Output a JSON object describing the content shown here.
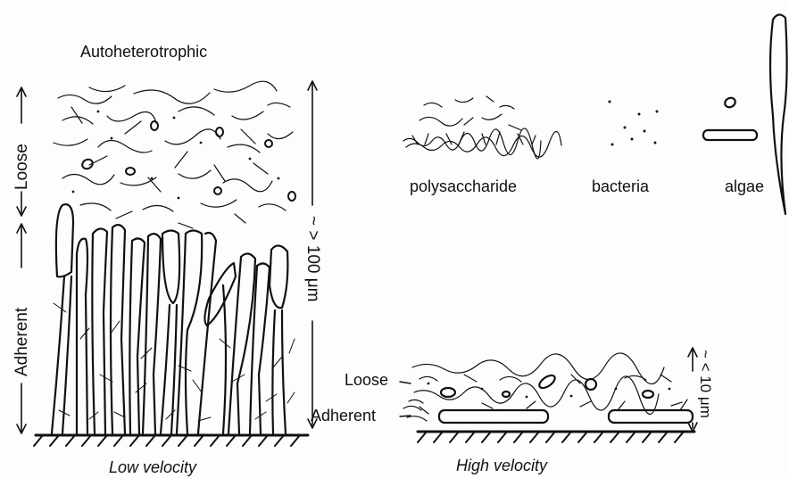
{
  "diagram": {
    "title": "Autoheterotrophic",
    "low_velocity_panel": {
      "caption": "Low velocity",
      "layer_loose": "Loose",
      "layer_adherent": "Adherent",
      "thickness": "~ > 100 μm"
    },
    "high_velocity_panel": {
      "caption": "High velocity",
      "layer_loose": "Loose",
      "layer_adherent": "Adherent",
      "thickness": "~ < 10 μm"
    },
    "legend": {
      "polysaccharide": "polysaccharide",
      "bacteria": "bacteria",
      "algae": "algae"
    }
  }
}
